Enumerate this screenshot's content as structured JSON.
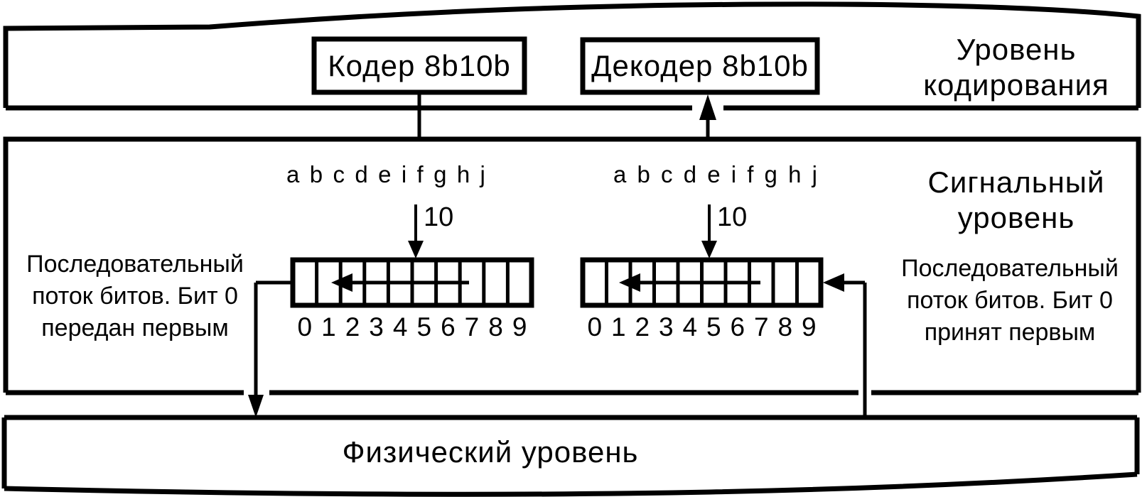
{
  "diagram": {
    "coding_layer": {
      "label": "Уровень\nкодирования",
      "encoder_label": "Кодер 8b10b",
      "decoder_label": "Декодер 8b10b"
    },
    "signal_layer": {
      "label": "Сигнальный\nуровень",
      "bit_group_size": "10",
      "bit_letters": [
        "a",
        "b",
        "c",
        "d",
        "e",
        "i",
        "f",
        "g",
        "h",
        "j"
      ],
      "bit_numbers": [
        "0",
        "1",
        "2",
        "3",
        "4",
        "5",
        "6",
        "7",
        "8",
        "9"
      ],
      "tx_note": "Последовательный\nпоток битов. Бит 0\nпередан первым",
      "rx_note": "Последовательный\nпоток битов. Бит 0\nпринят первым"
    },
    "physical_layer": {
      "label": "Физический уровень"
    },
    "colors": {
      "ink": "#000000",
      "background": "#ffffff"
    }
  }
}
